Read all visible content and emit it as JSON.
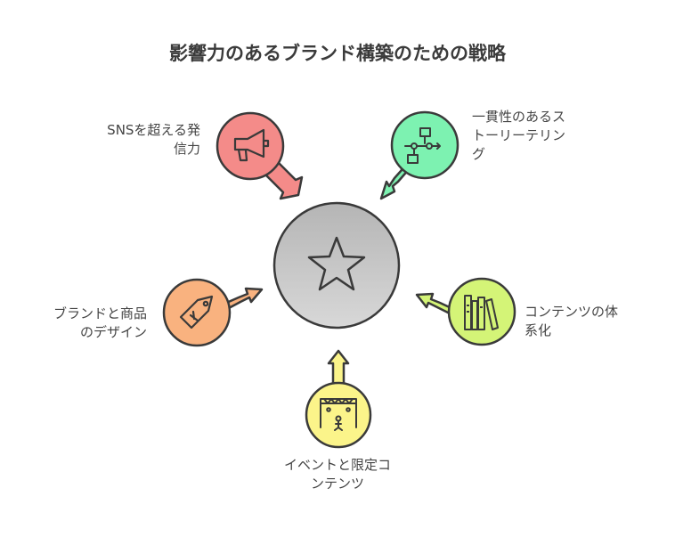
{
  "title": "影響力のあるブランド構築のための戦略",
  "center": {
    "icon": "star-icon",
    "color": "#c9c9c9"
  },
  "items": [
    {
      "id": "sns",
      "label": "SNSを超える発\n信力",
      "icon": "megaphone-icon",
      "color": "#f48b89"
    },
    {
      "id": "story",
      "label": "一貫性のあるス\nトーリーテリン\nグ",
      "icon": "flowchart-icon",
      "color": "#7df2b1"
    },
    {
      "id": "brand",
      "label": "ブランドと商品\nのデザイン",
      "icon": "price-tag-icon",
      "color": "#f9b27f"
    },
    {
      "id": "content",
      "label": "コンテンツの体\n系化",
      "icon": "books-icon",
      "color": "#d4f477"
    },
    {
      "id": "event",
      "label": "イベントと限定コ\nンテンツ",
      "icon": "stage-icon",
      "color": "#fbf48a"
    }
  ]
}
